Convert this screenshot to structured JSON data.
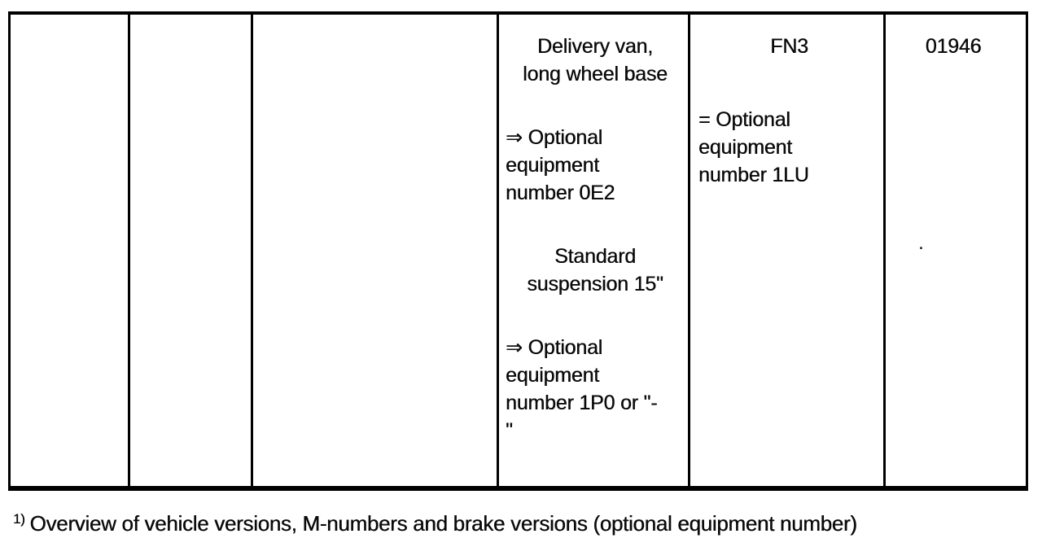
{
  "table": {
    "cell_vehicle_version": {
      "heading": [
        "Delivery van,",
        "long wheel base"
      ],
      "optional_0e2": [
        "⇒ Optional",
        "equipment",
        "number 0E2"
      ],
      "suspension": [
        "Standard",
        "suspension 15\""
      ],
      "optional_1p0": [
        "⇒ Optional",
        "equipment",
        "number 1P0 or \"-",
        "\""
      ]
    },
    "cell_brake_version": {
      "heading": "FN3",
      "optional_1lu": [
        "= Optional",
        "equipment",
        "number 1LU"
      ]
    },
    "cell_m_number": {
      "value": "01946"
    },
    "stray_mark": "."
  },
  "footnote": {
    "marker": "1)",
    "text": "Overview of vehicle versions, M-numbers and brake versions (optional equipment number)"
  }
}
